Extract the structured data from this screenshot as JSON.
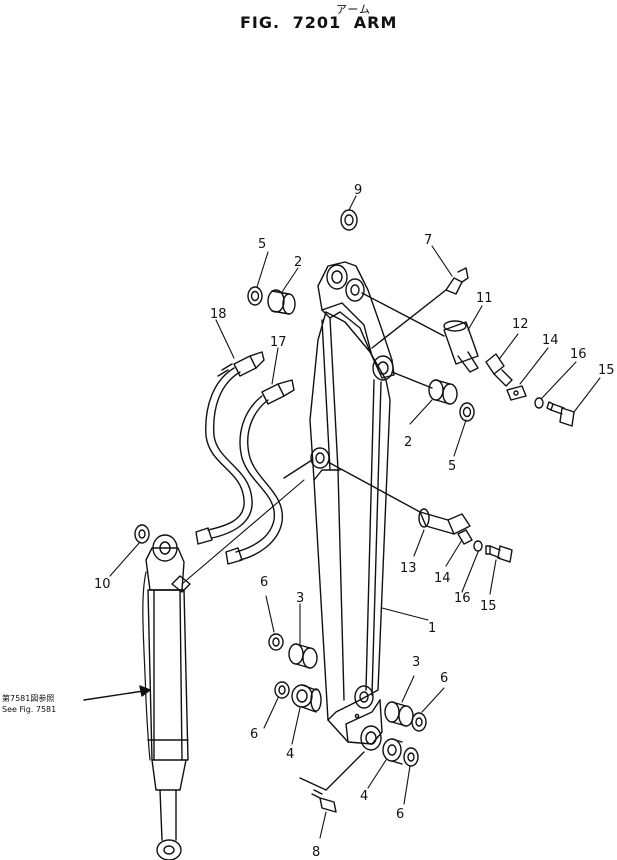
{
  "header": {
    "subtitle_jp": "アーム",
    "title": "FIG. 7201  ARM"
  },
  "reference": {
    "jp": "第7581図参照",
    "en": "See Fig. 7581"
  },
  "callouts": [
    {
      "id": "c1",
      "label": "1"
    },
    {
      "id": "c2a",
      "label": "2"
    },
    {
      "id": "c2b",
      "label": "2"
    },
    {
      "id": "c3a",
      "label": "3"
    },
    {
      "id": "c3b",
      "label": "3"
    },
    {
      "id": "c4a",
      "label": "4"
    },
    {
      "id": "c4b",
      "label": "4"
    },
    {
      "id": "c5a",
      "label": "5"
    },
    {
      "id": "c5b",
      "label": "5"
    },
    {
      "id": "c6a",
      "label": "6"
    },
    {
      "id": "c6b",
      "label": "6"
    },
    {
      "id": "c6c",
      "label": "6"
    },
    {
      "id": "c6d",
      "label": "6"
    },
    {
      "id": "c7",
      "label": "7"
    },
    {
      "id": "c8",
      "label": "8"
    },
    {
      "id": "c9",
      "label": "9"
    },
    {
      "id": "c10",
      "label": "10"
    },
    {
      "id": "c11",
      "label": "11"
    },
    {
      "id": "c12",
      "label": "12"
    },
    {
      "id": "c13",
      "label": "13"
    },
    {
      "id": "c14a",
      "label": "14"
    },
    {
      "id": "c14b",
      "label": "14"
    },
    {
      "id": "c15a",
      "label": "15"
    },
    {
      "id": "c15b",
      "label": "15"
    },
    {
      "id": "c16a",
      "label": "16"
    },
    {
      "id": "c16b",
      "label": "16"
    },
    {
      "id": "c17",
      "label": "17"
    },
    {
      "id": "c18",
      "label": "18"
    }
  ]
}
